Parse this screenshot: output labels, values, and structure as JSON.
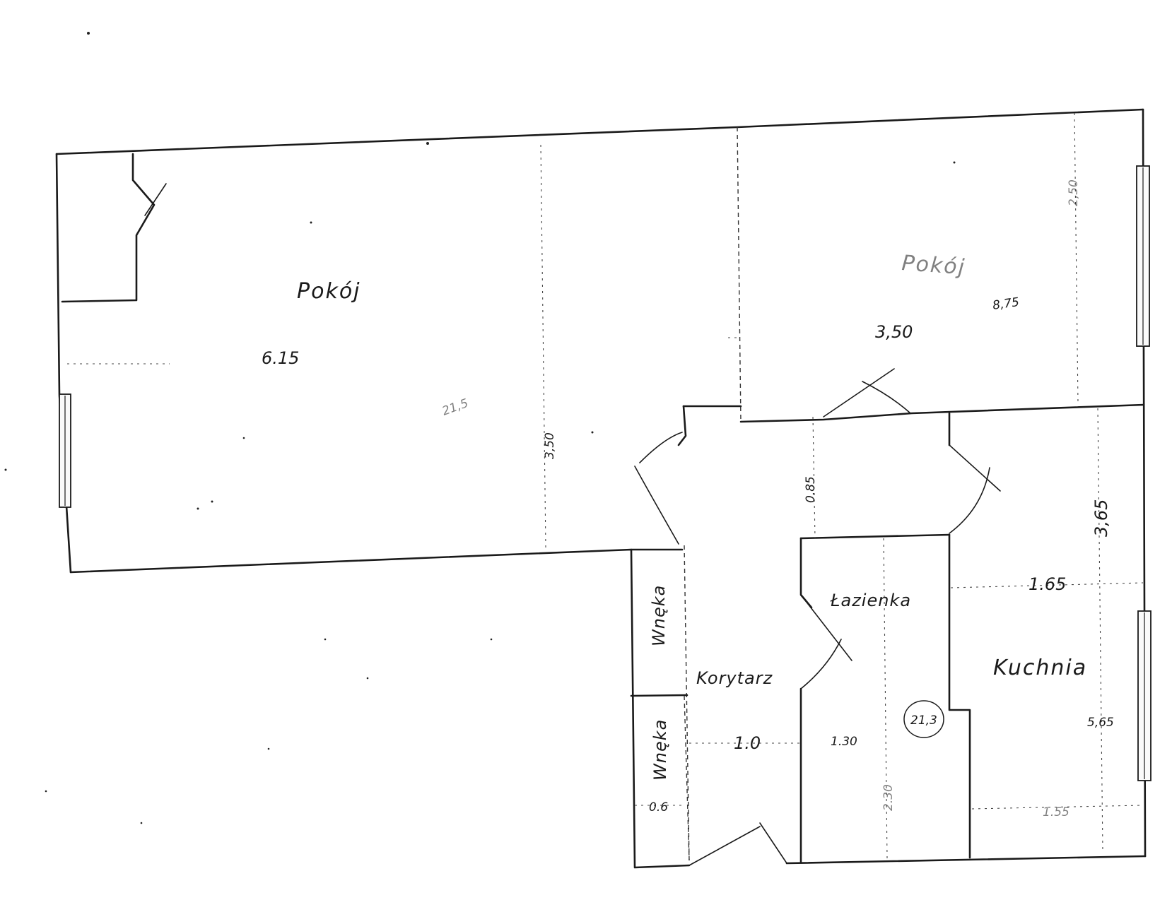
{
  "rooms": {
    "pokoj_large": "Pokój",
    "pokoj_small": "Pokój",
    "lazienka": "Łazienka",
    "kuchnia": "Kuchnia",
    "korytarz": "Korytarz",
    "wneka_upper": "Wnęka",
    "wneka_lower": "Wnęka"
  },
  "dimensions": {
    "large_room_length": "6.15",
    "large_room_area": "21,5",
    "large_room_width": "3,50",
    "small_room_height": "2,50",
    "small_room_area": "8,75",
    "small_room_width": "3,50",
    "passage": "0.85",
    "kitchen_height": "3,65",
    "kitchen_width": "1.65",
    "kitchen_area": "5,65",
    "kitchen_bottom": "1.55",
    "corridor_width": "1.0",
    "bath_width": "1.30",
    "bath_height": "2.30",
    "niche_width": "0.6",
    "total_area": "21,3"
  }
}
